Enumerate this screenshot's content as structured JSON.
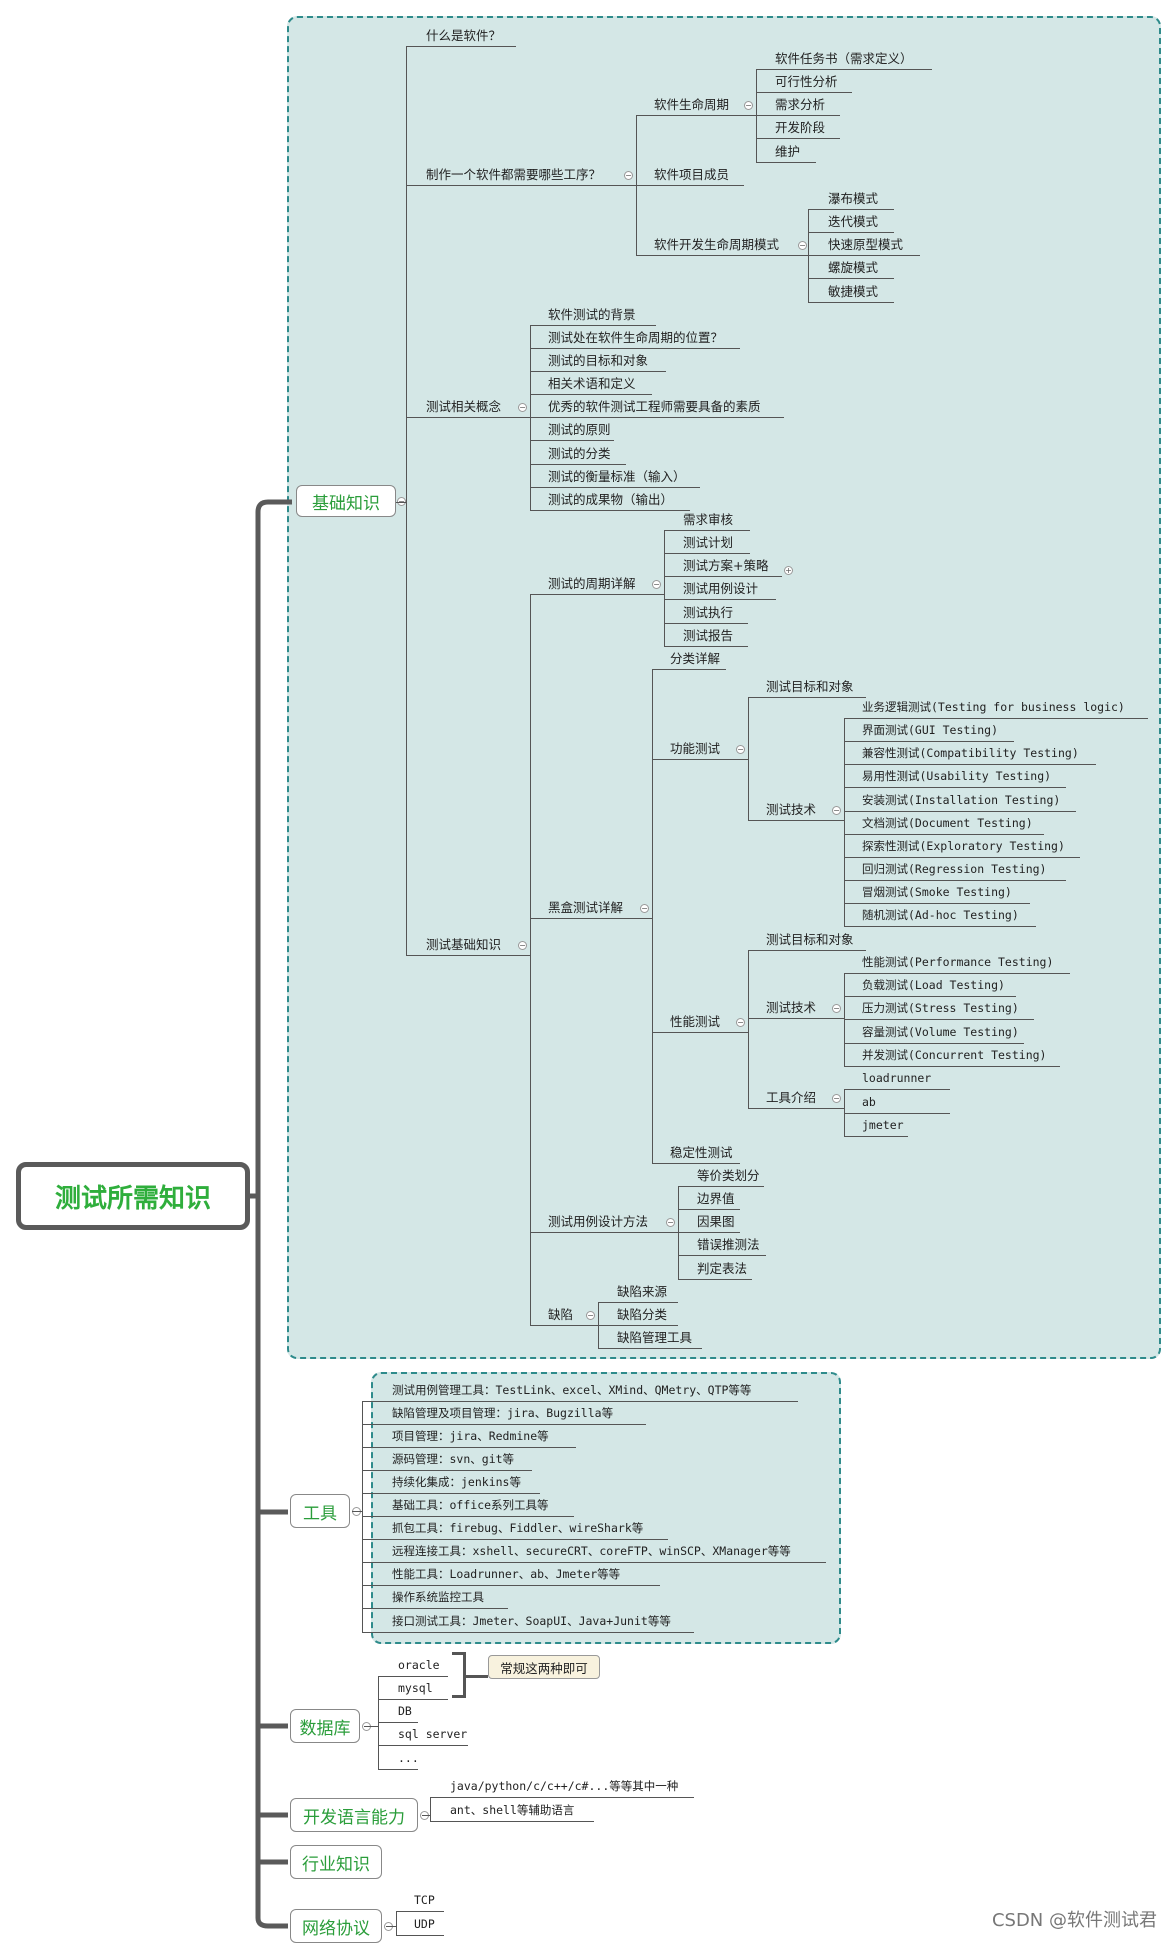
{
  "root": "测试所需知识",
  "main_topics": {
    "basics": "基础知识",
    "tools": "工具",
    "database": "数据库",
    "dev_lang": "开发语言能力",
    "industry": "行业知识",
    "network": "网络协议"
  },
  "basics": {
    "what": "什么是软件？",
    "process": {
      "label": "制作一个软件都需要哪些工序？",
      "lifecycle": {
        "label": "软件生命周期",
        "items": [
          "软件任务书（需求定义）",
          "可行性分析",
          "需求分析",
          "开发阶段",
          "维护"
        ]
      },
      "members": "软件项目成员",
      "models": {
        "label": "软件开发生命周期模式",
        "items": [
          "瀑布模式",
          "迭代模式",
          "快速原型模式",
          "螺旋模式",
          "敏捷模式"
        ]
      }
    },
    "concepts": {
      "label": "测试相关概念",
      "items": [
        "软件测试的背景",
        "测试处在软件生命周期的位置？",
        "测试的目标和对象",
        "相关术语和定义",
        "优秀的软件测试工程师需要具备的素质",
        "测试的原则",
        "测试的分类",
        "测试的衡量标准（输入）",
        "测试的成果物（输出）"
      ]
    },
    "test_basics": {
      "label": "测试基础知识",
      "cycle": {
        "label": "测试的周期详解",
        "items": [
          "需求审核",
          "测试计划",
          "测试方案+策略",
          "测试用例设计",
          "测试执行",
          "测试报告"
        ]
      },
      "blackbox": {
        "label": "黑盒测试详解",
        "category": "分类详解",
        "functional": {
          "label": "功能测试",
          "target": "测试目标和对象",
          "tech": {
            "label": "测试技术",
            "items": [
              "业务逻辑测试(Testing for business logic)",
              "界面测试(GUI Testing)",
              "兼容性测试(Compatibility Testing)",
              "易用性测试(Usability Testing)",
              "安装测试(Installation Testing)",
              "文档测试(Document Testing)",
              "探索性测试(Exploratory Testing)",
              "回归测试(Regression Testing)",
              "冒烟测试(Smoke Testing)",
              "随机测试(Ad-hoc Testing)"
            ]
          }
        },
        "performance": {
          "label": "性能测试",
          "target": "测试目标和对象",
          "tech": {
            "label": "测试技术",
            "items": [
              "性能测试(Performance Testing)",
              "负载测试(Load Testing)",
              "压力测试(Stress Testing)",
              "容量测试(Volume Testing)",
              "并发测试(Concurrent Testing)"
            ]
          },
          "tools": {
            "label": "工具介绍",
            "items": [
              "loadrunner",
              "ab",
              "jmeter"
            ]
          }
        },
        "stability": "稳定性测试"
      },
      "case_design": {
        "label": "测试用例设计方法",
        "items": [
          "等价类划分",
          "边界值",
          "因果图",
          "错误推测法",
          "判定表法"
        ]
      },
      "defect": {
        "label": "缺陷",
        "items": [
          "缺陷来源",
          "缺陷分类",
          "缺陷管理工具"
        ]
      }
    }
  },
  "tools": {
    "items": [
      "测试用例管理工具：TestLink、excel、XMind、QMetry、QTP等等",
      "缺陷管理及项目管理：jira、Bugzilla等",
      "项目管理：jira、Redmine等",
      "源码管理：svn、git等",
      "持续化集成：jenkins等",
      "基础工具：office系列工具等",
      "抓包工具：firebug、Fiddler、wireShark等",
      "远程连接工具：xshell、secureCRT、coreFTP、winSCP、XManager等等",
      "性能工具：Loadrunner、ab、Jmeter等等",
      "操作系统监控工具",
      "接口测试工具：Jmeter、SoapUI、Java+Junit等等"
    ]
  },
  "database": {
    "items": [
      "oracle",
      "mysql",
      "DB",
      "sql server",
      "..."
    ],
    "note": "常规这两种即可"
  },
  "dev_lang": {
    "items": [
      "java/python/c/c++/c#...等等其中一种",
      "ant、shell等辅助语言"
    ]
  },
  "network": {
    "items": [
      "TCP",
      "UDP"
    ]
  },
  "watermark": "CSDN @软件测试君"
}
